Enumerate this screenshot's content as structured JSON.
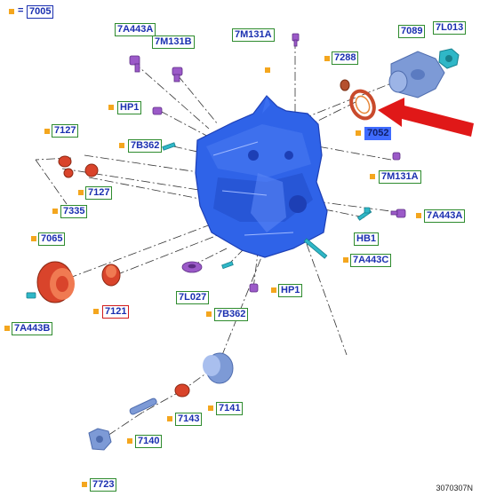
{
  "legend": {
    "equals": "=",
    "code": "7005"
  },
  "figure_id": "3070307N",
  "labels": {
    "l7005": "7005",
    "l7A443A_top": "7A443A",
    "l7M131B": "7M131B",
    "l7M131A_top": "7M131A",
    "l7288": "7288",
    "l7089": "7089",
    "l7L013": "7L013",
    "lHP1_a": "HP1",
    "l7052": "7052",
    "l7127_a": "7127",
    "l7B362_a": "7B362",
    "l7127_b": "7127",
    "l7M131A_right": "7M131A",
    "l7335": "7335",
    "l7A443A_right": "7A443A",
    "l7065": "7065",
    "lHB1": "HB1",
    "l7A443C": "7A443C",
    "l7L027": "7L027",
    "lHP1_b": "HP1",
    "l7121": "7121",
    "l7B362_b": "7B362",
    "l7A443B": "7A443B",
    "l7141": "7141",
    "l7143": "7143",
    "l7140": "7140",
    "l7723": "7723"
  },
  "colors": {
    "housing": "#2f63e8",
    "housing_dark": "#1d3fb5",
    "bolt": "#9b5ac8",
    "seal_red": "#d9442b",
    "seal_orange": "#e8883a",
    "pin_cyan": "#2fb7c7",
    "steel": "#7d9ad6",
    "arrow": "#e01818",
    "marker": "#f4a61e"
  },
  "icons": [
    "red-arrow-icon",
    "orange-square-marker-icon"
  ]
}
